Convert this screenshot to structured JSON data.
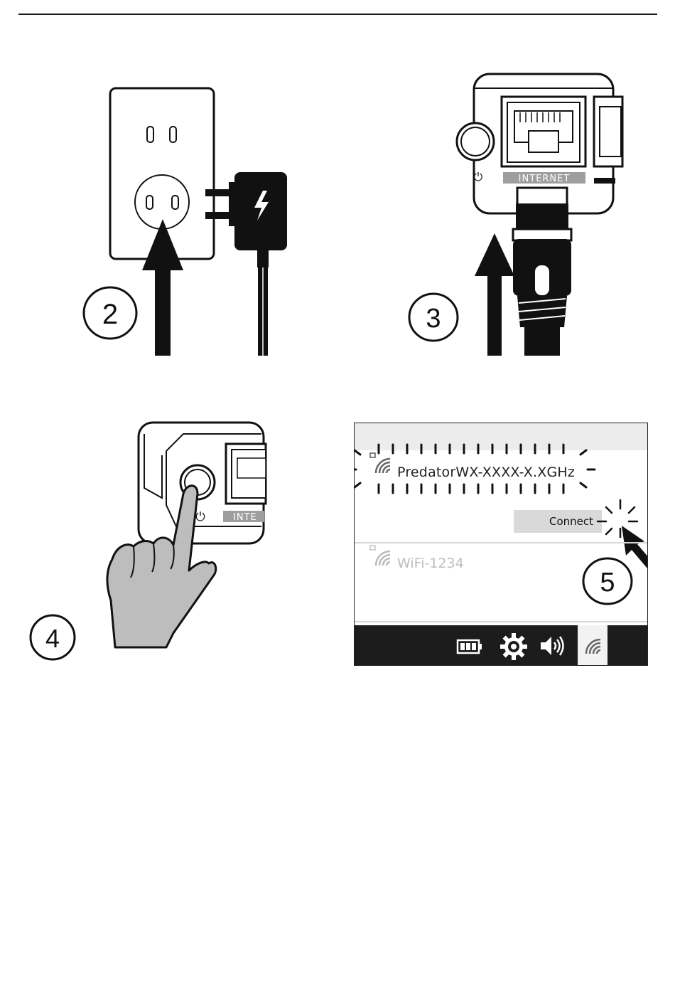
{
  "steps": {
    "step2": {
      "number": "2",
      "illustration": "plug power adapter into wall outlet"
    },
    "step3": {
      "number": "3",
      "port_label": "INTERNET",
      "illustration": "connect ethernet cable to internet port"
    },
    "step4": {
      "number": "4",
      "port_label": "INTE",
      "illustration": "press power button"
    },
    "step5": {
      "number": "5"
    }
  },
  "wifi_panel": {
    "network_1": {
      "name": "PredatorWX-XXXX-X.XGHz",
      "icon": "wifi-locked-icon"
    },
    "connect_button": "Connect",
    "network_2": {
      "name": "WiFi-1234",
      "icon": "wifi-locked-icon"
    },
    "taskbar_icons": [
      "battery-icon",
      "gear-icon",
      "speaker-icon",
      "wifi-icon"
    ]
  },
  "colors": {
    "ink": "#1a1a1a",
    "hand_fill": "#bdbdbd",
    "panel_gray": "#d9d9d9"
  }
}
